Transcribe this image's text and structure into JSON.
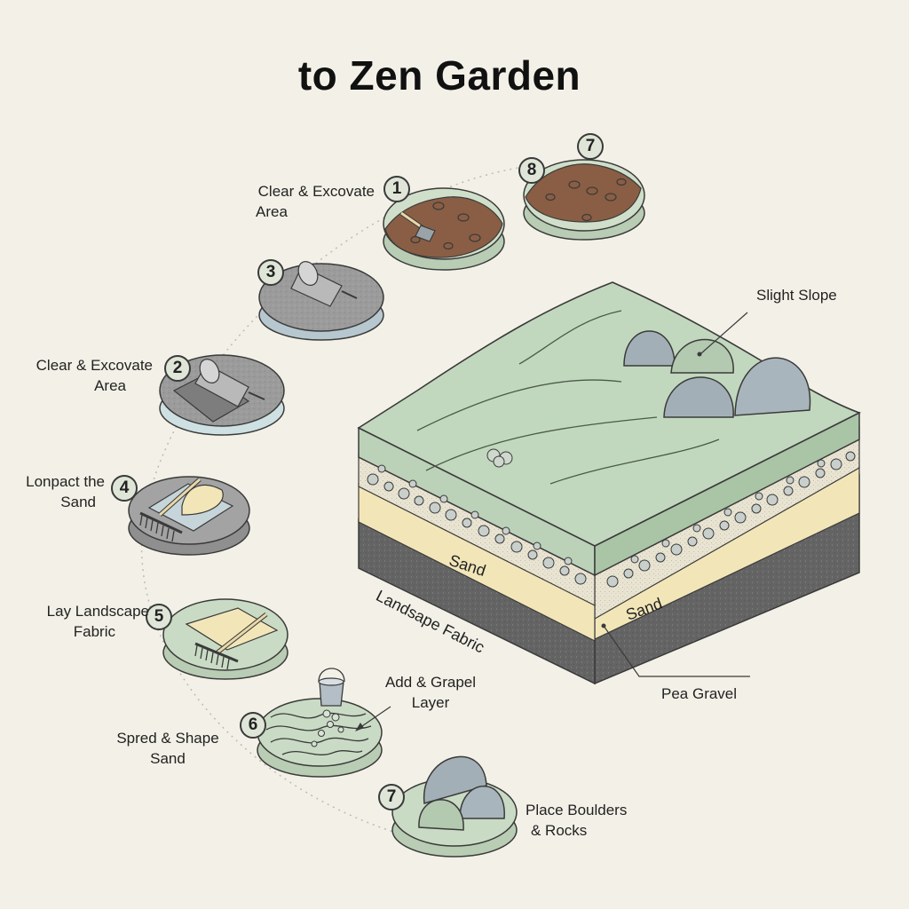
{
  "title": "to Zen Garden",
  "steps": [
    {
      "num": "1",
      "label_lines": [
        "Clear & Excovate",
        "Area"
      ]
    },
    {
      "num": "2",
      "label_lines": [
        "Clear & Excovate",
        "Area"
      ]
    },
    {
      "num": "3",
      "label_lines": []
    },
    {
      "num": "4",
      "label_lines": [
        "Lonpact the",
        "Sand"
      ]
    },
    {
      "num": "5",
      "label_lines": [
        "Lay Landscape",
        "Fabric"
      ]
    },
    {
      "num": "6",
      "label_lines": [
        "Spred & Shape",
        "Sand"
      ]
    },
    {
      "num": "7",
      "label_lines": [
        "Place Boulders",
        "& Rocks"
      ]
    },
    {
      "num": "7",
      "label_lines": []
    },
    {
      "num": "8",
      "label_lines": []
    }
  ],
  "cross_section": {
    "slope_label": "Slight Slope",
    "sand_label_1": "Sand",
    "sand_label_2": "Sand",
    "fabric_label": "Landsape Fabric",
    "gravel_label": "Pea Gravel",
    "add_layer_lines": [
      "Add & Grapel",
      "Layer"
    ]
  },
  "colors": {
    "background": "#f3f1e7",
    "moss": "#bcd2b8",
    "moss_dark": "#9fbb9b",
    "sand": "#f2e6b8",
    "gravel_bed": "#e9e3d2",
    "base_dark": "#6d6d6d",
    "soil": "#8a5e44",
    "stone": "#a9b5bd",
    "outline": "#3a3a3a"
  }
}
